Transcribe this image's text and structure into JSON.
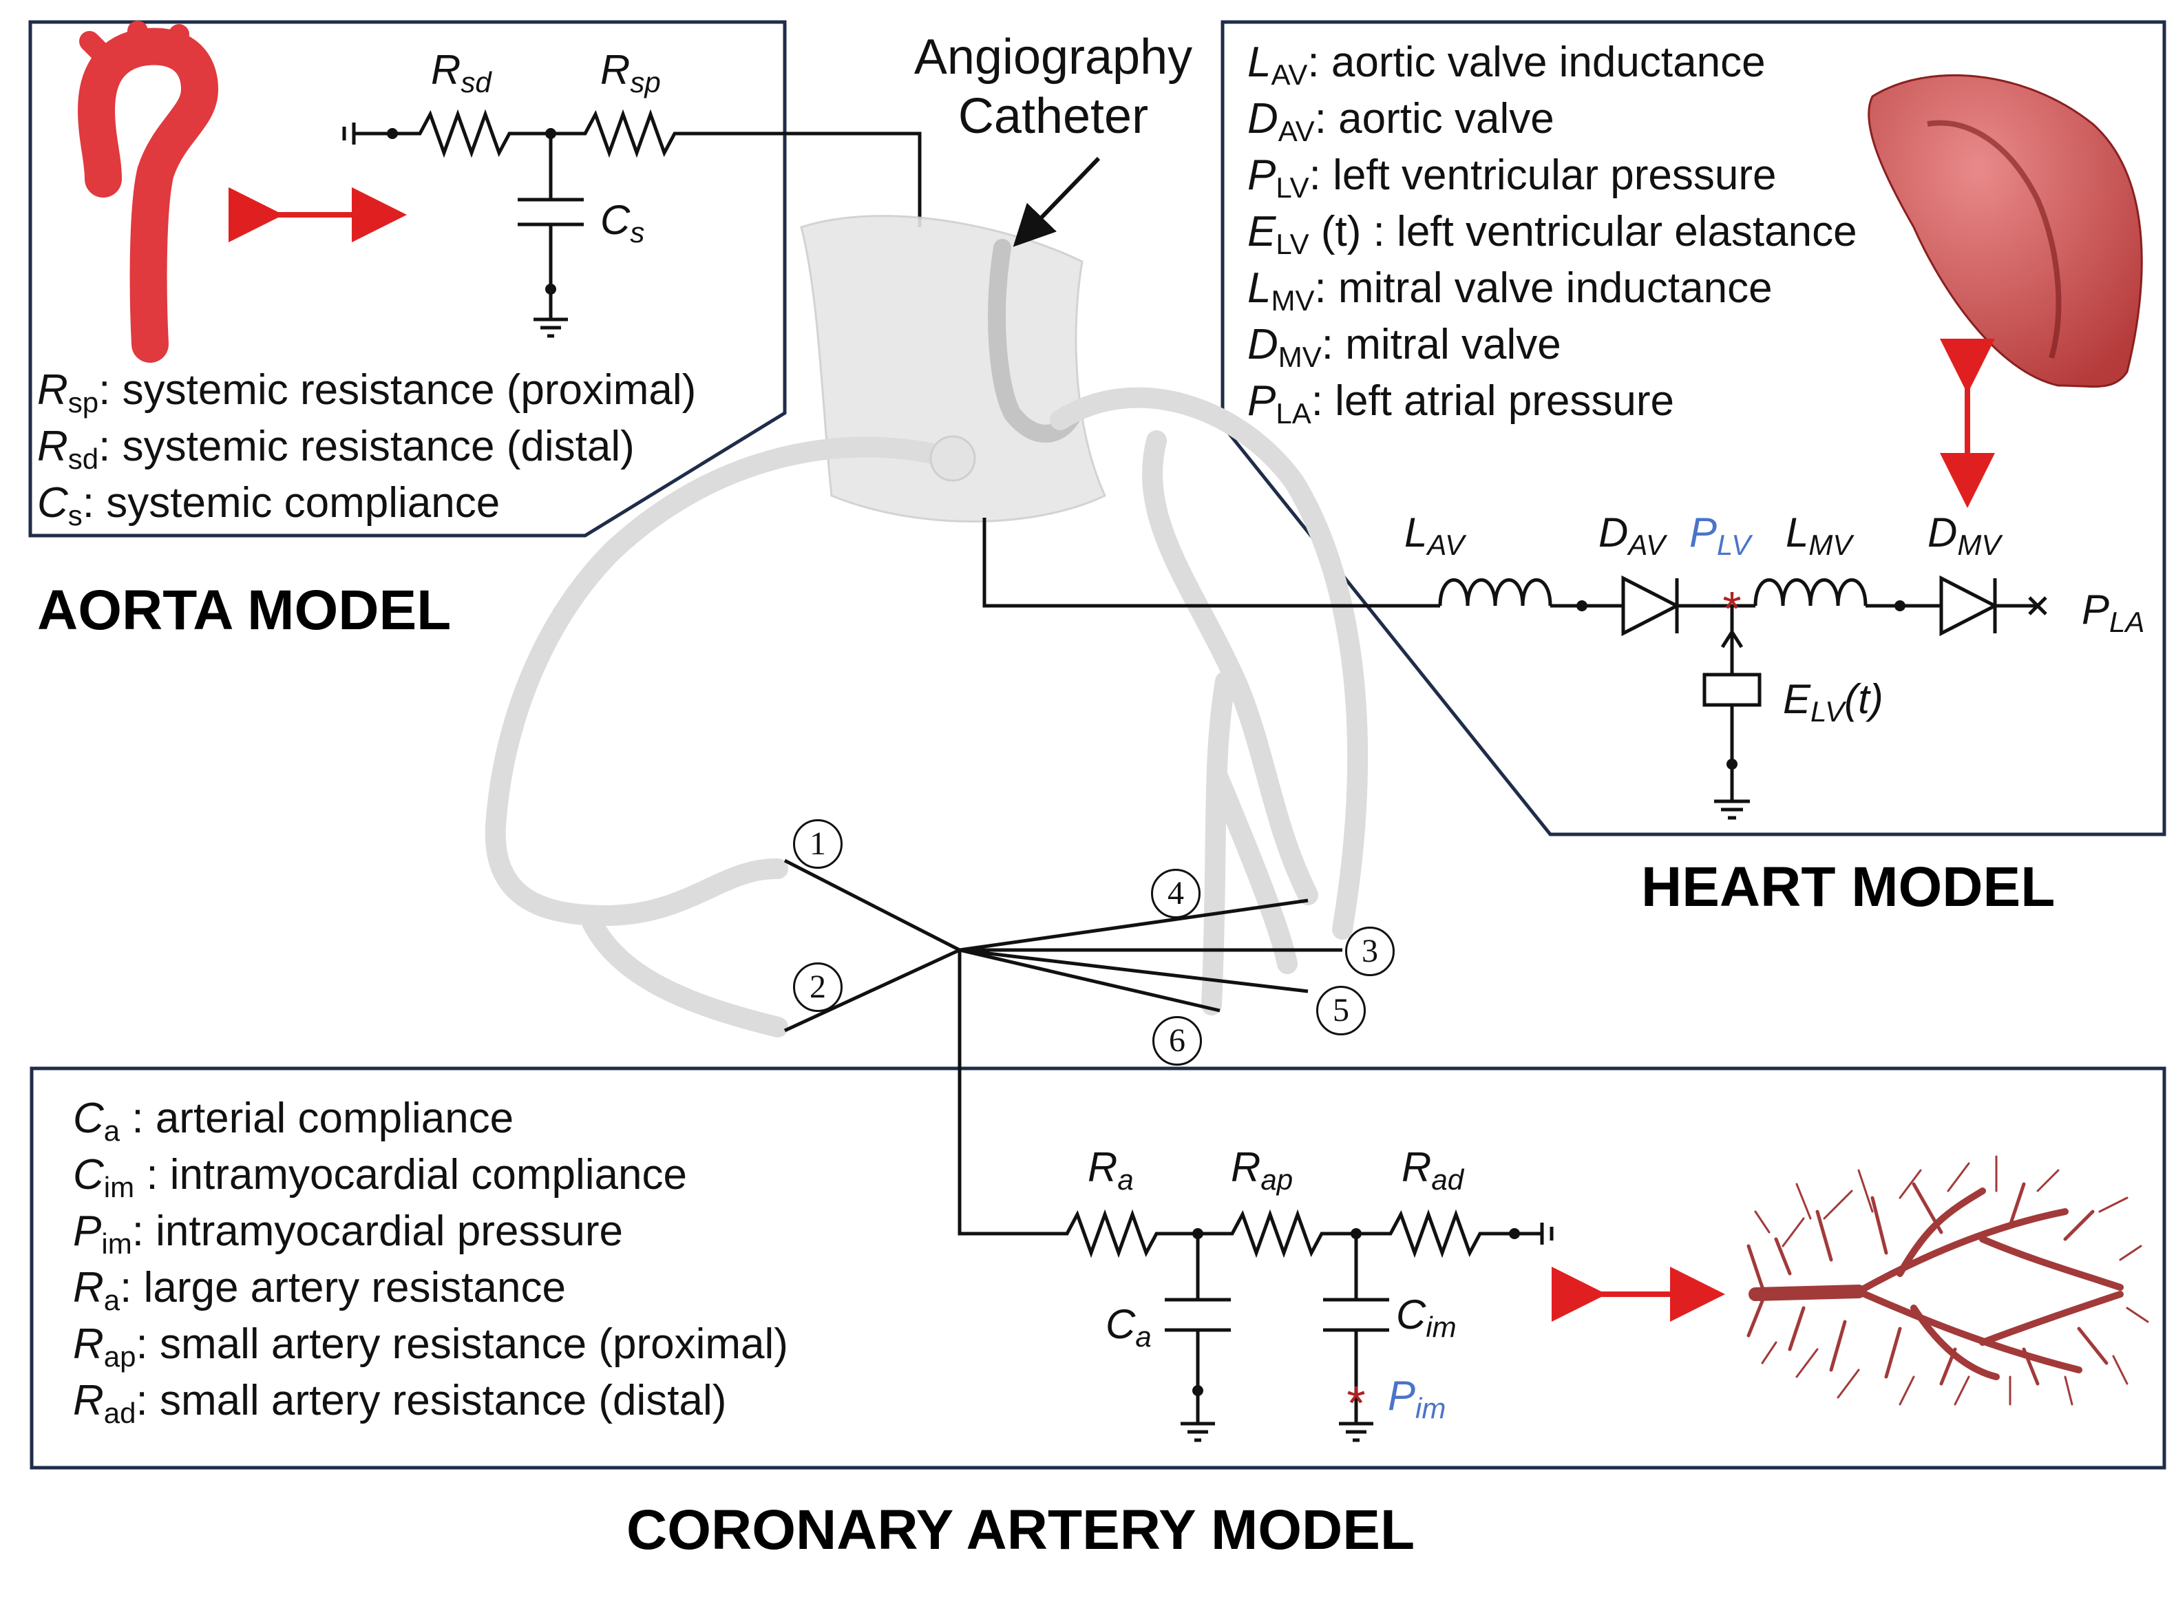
{
  "aorta": {
    "heading": "AORTA MODEL",
    "legend": [
      {
        "sym": "R",
        "sub": "sp",
        "text": ": systemic resistance (proximal)"
      },
      {
        "sym": "R",
        "sub": "sd",
        "text": ": systemic resistance (distal)"
      },
      {
        "sym": "C",
        "sub": "s",
        "text": ": systemic compliance"
      }
    ],
    "labels": {
      "r_sd": {
        "sym": "R",
        "sub": "sd"
      },
      "r_sp": {
        "sym": "R",
        "sub": "sp"
      },
      "c_s": {
        "sym": "C",
        "sub": "s"
      }
    }
  },
  "catheter": {
    "line1": "Angiography",
    "line2": "Catheter"
  },
  "heart": {
    "heading": "HEART MODEL",
    "legend": [
      {
        "sym": "L",
        "sub": "AV",
        "text": ": aortic valve inductance"
      },
      {
        "sym": "D",
        "sub": "AV",
        "text": ": aortic valve"
      },
      {
        "sym": "P",
        "sub": "LV",
        "text": ": left ventricular pressure"
      },
      {
        "sym": "E",
        "sub": "LV",
        "text": " (t) : left ventricular elastance"
      },
      {
        "sym": "L",
        "sub": "MV",
        "text": ": mitral valve inductance"
      },
      {
        "sym": "D",
        "sub": "MV",
        "text": ": mitral valve"
      },
      {
        "sym": "P",
        "sub": "LA",
        "text": ": left atrial pressure"
      }
    ],
    "labels": {
      "l_av": {
        "sym": "L",
        "sub": "AV"
      },
      "d_av": {
        "sym": "D",
        "sub": "AV"
      },
      "p_lv": {
        "sym": "P",
        "sub": "LV"
      },
      "l_mv": {
        "sym": "L",
        "sub": "MV"
      },
      "d_mv": {
        "sym": "D",
        "sub": "MV"
      },
      "p_la": {
        "sym": "P",
        "sub": "LA"
      },
      "e_lv": {
        "sym": "E",
        "sub": "LV",
        "suffix": "(t)"
      }
    }
  },
  "coronary": {
    "heading": "CORONARY ARTERY MODEL",
    "legend": [
      {
        "sym": "C",
        "sub": "a",
        "text": " : arterial compliance"
      },
      {
        "sym": "C",
        "sub": "im",
        "text": " : intramyocardial compliance"
      },
      {
        "sym": "P",
        "sub": "im",
        "text": ": intramyocardial pressure"
      },
      {
        "sym": "R",
        "sub": "a",
        "text": ": large artery resistance"
      },
      {
        "sym": "R",
        "sub": "ap",
        "text": ": small artery resistance (proximal)"
      },
      {
        "sym": "R",
        "sub": "ad",
        "text": ": small artery resistance (distal)"
      }
    ],
    "labels": {
      "r_a": {
        "sym": "R",
        "sub": "a"
      },
      "r_ap": {
        "sym": "R",
        "sub": "ap"
      },
      "r_ad": {
        "sym": "R",
        "sub": "ad"
      },
      "c_a": {
        "sym": "C",
        "sub": "a"
      },
      "c_im": {
        "sym": "C",
        "sub": "im"
      },
      "p_im": {
        "sym": "P",
        "sub": "im"
      }
    }
  },
  "outlets": [
    "1",
    "2",
    "3",
    "4",
    "5",
    "6"
  ],
  "colors": {
    "frame": "#1f2d4a",
    "arrow": "#e02020",
    "blue_label": "#4a74c9",
    "star": "#b02020",
    "vessel": "#dcdcdc"
  }
}
